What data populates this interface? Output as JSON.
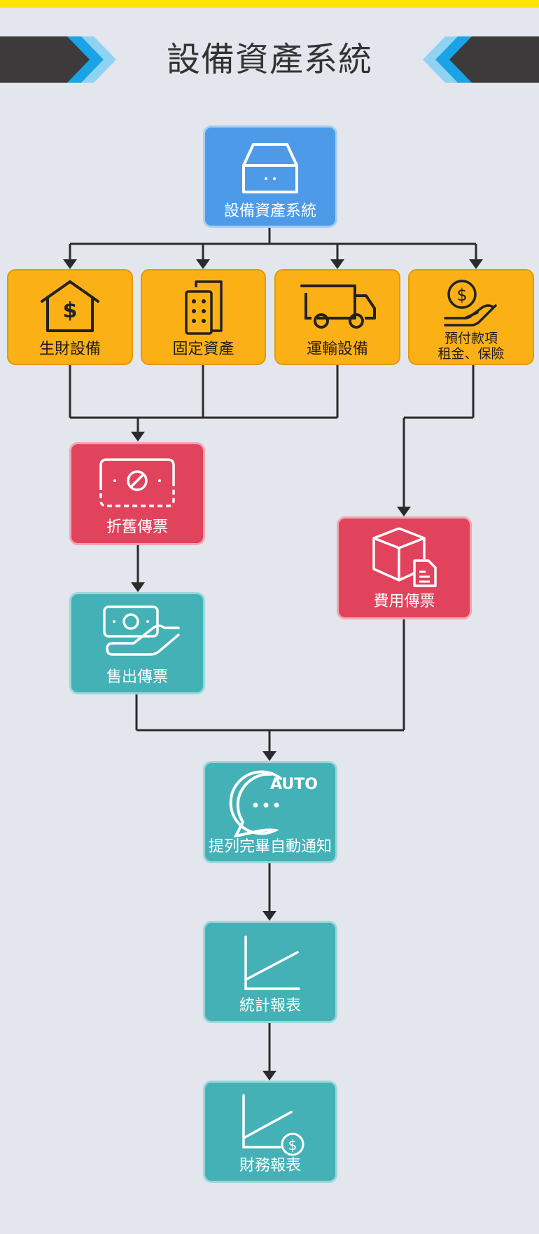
{
  "title": "設備資產系統",
  "colors": {
    "accent_bar": "#ffe600",
    "background": "#e3e6ec",
    "blue": "#4d9be8",
    "yellow": "#fbb116",
    "red": "#e1425c",
    "teal": "#44b1b7"
  },
  "nodes": {
    "root": {
      "label": "設備資產系統",
      "icon": "server-drawer-icon"
    },
    "furniture": {
      "label": "生財設備",
      "icon": "house-dollar-icon"
    },
    "fixed_assets": {
      "label": "固定資產",
      "icon": "office-building-icon"
    },
    "transport": {
      "label": "運輸設備",
      "icon": "delivery-truck-icon"
    },
    "prepaid": {
      "label_line1": "預付款項",
      "label_line2": "租金、保險",
      "icon": "hand-coin-icon"
    },
    "depreciation": {
      "label": "折舊傳票",
      "icon": "cut-card-icon"
    },
    "expense": {
      "label": "費用傳票",
      "icon": "box-document-icon"
    },
    "sales": {
      "label": "售出傳票",
      "icon": "hand-cash-icon"
    },
    "auto_notify": {
      "label": "提列完畢自動通知",
      "icon_text": "AUTO",
      "icon": "chat-bubble-icon"
    },
    "stats_report": {
      "label": "統計報表",
      "icon": "line-chart-icon"
    },
    "finance_report": {
      "label": "財務報表",
      "icon": "line-chart-dollar-icon"
    }
  }
}
